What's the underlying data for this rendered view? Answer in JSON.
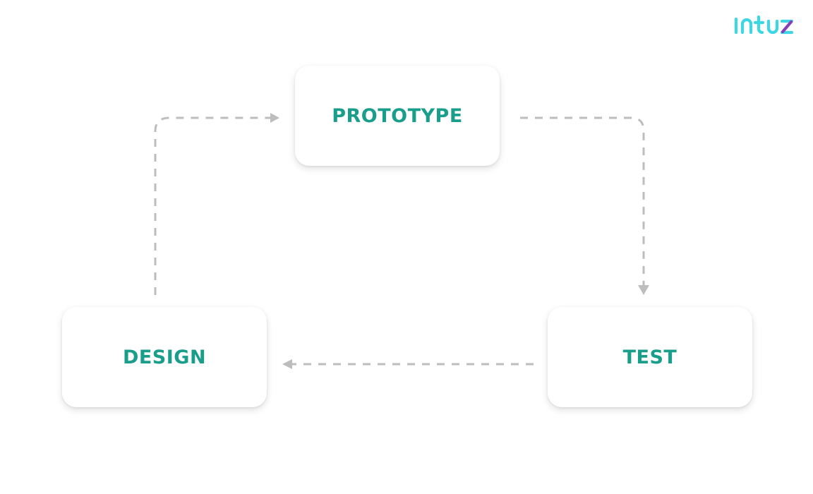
{
  "brand": {
    "logo_text": "intuz",
    "logo_colors": {
      "primary": "#3cd6e4",
      "accent": "#8a3db5"
    }
  },
  "diagram": {
    "type": "cycle",
    "stages": [
      {
        "id": "prototype",
        "label": "PROTOTYPE"
      },
      {
        "id": "test",
        "label": "TEST"
      },
      {
        "id": "design",
        "label": "DESIGN"
      }
    ],
    "flows": [
      {
        "from": "design",
        "to": "prototype",
        "style": "dashed"
      },
      {
        "from": "prototype",
        "to": "test",
        "style": "dashed"
      },
      {
        "from": "test",
        "to": "design",
        "style": "dashed"
      }
    ],
    "colors": {
      "label": "#1a9e8c",
      "arrow": "#bdbdbd",
      "box_bg": "#ffffff"
    }
  }
}
